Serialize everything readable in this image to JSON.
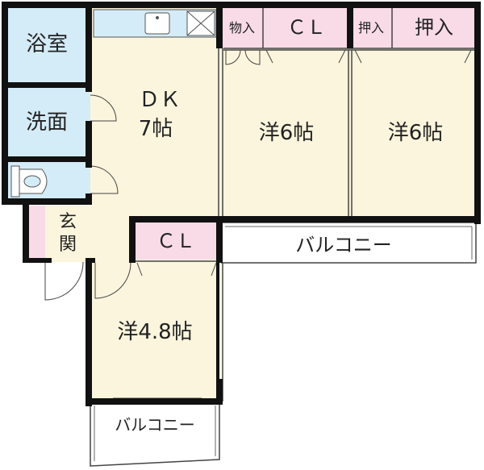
{
  "rooms": {
    "bath": "浴室",
    "washroom": "洗面",
    "dk_name": "ＤＫ",
    "dk_size": "7帖",
    "entrance_1": "玄",
    "entrance_2": "関",
    "western_6_a": "洋6帖",
    "western_6_b": "洋6帖",
    "western_48": "洋4.8帖",
    "closet_storage": "物入",
    "closet_cl_top": "ＣＬ",
    "closet_oshiire_small": "押入",
    "closet_oshiire_large": "押入",
    "closet_cl_lower": "ＣＬ",
    "balcony_right": "バルコニー",
    "balcony_bottom": "バルコニー"
  },
  "colors": {
    "wall": "#111111",
    "floor": "#fbf5dd",
    "wet_area": "#d4ecf8",
    "closet": "#f8dbe6",
    "balcony": "#ffffff",
    "fixture": "#9ec9e3",
    "thin_line": "#444444"
  }
}
